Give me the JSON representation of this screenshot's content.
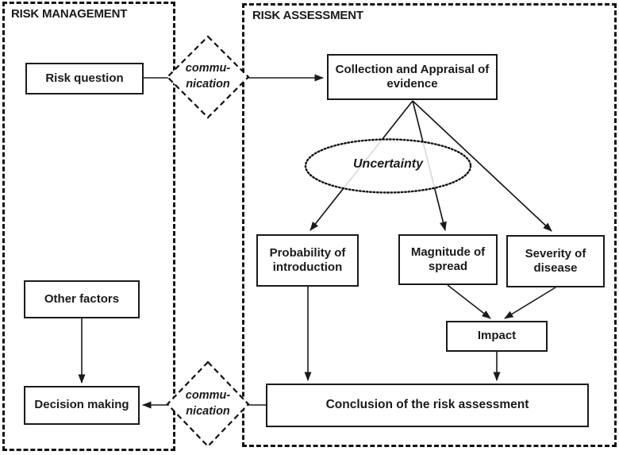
{
  "colors": {
    "ink": "#1a1a1a",
    "background": "#ffffff"
  },
  "regions": {
    "management": {
      "title": "RISK MANAGEMENT"
    },
    "assessment": {
      "title": "RISK ASSESSMENT"
    }
  },
  "nodes": {
    "risk_question": "Risk question",
    "collection": "Collection and Appraisal of evidence",
    "uncertainty": "Uncertainty",
    "probability": "Probability of introduction",
    "magnitude": "Magnitude of spread",
    "severity": "Severity of disease",
    "impact": "Impact",
    "conclusion": "Conclusion of the risk assessment",
    "other_factors": "Other factors",
    "decision_making": "Decision making"
  },
  "connectors": {
    "communication_top": {
      "line1": "commu-",
      "line2": "nication"
    },
    "communication_bottom": {
      "line1": "commu-",
      "line2": "nication"
    }
  }
}
